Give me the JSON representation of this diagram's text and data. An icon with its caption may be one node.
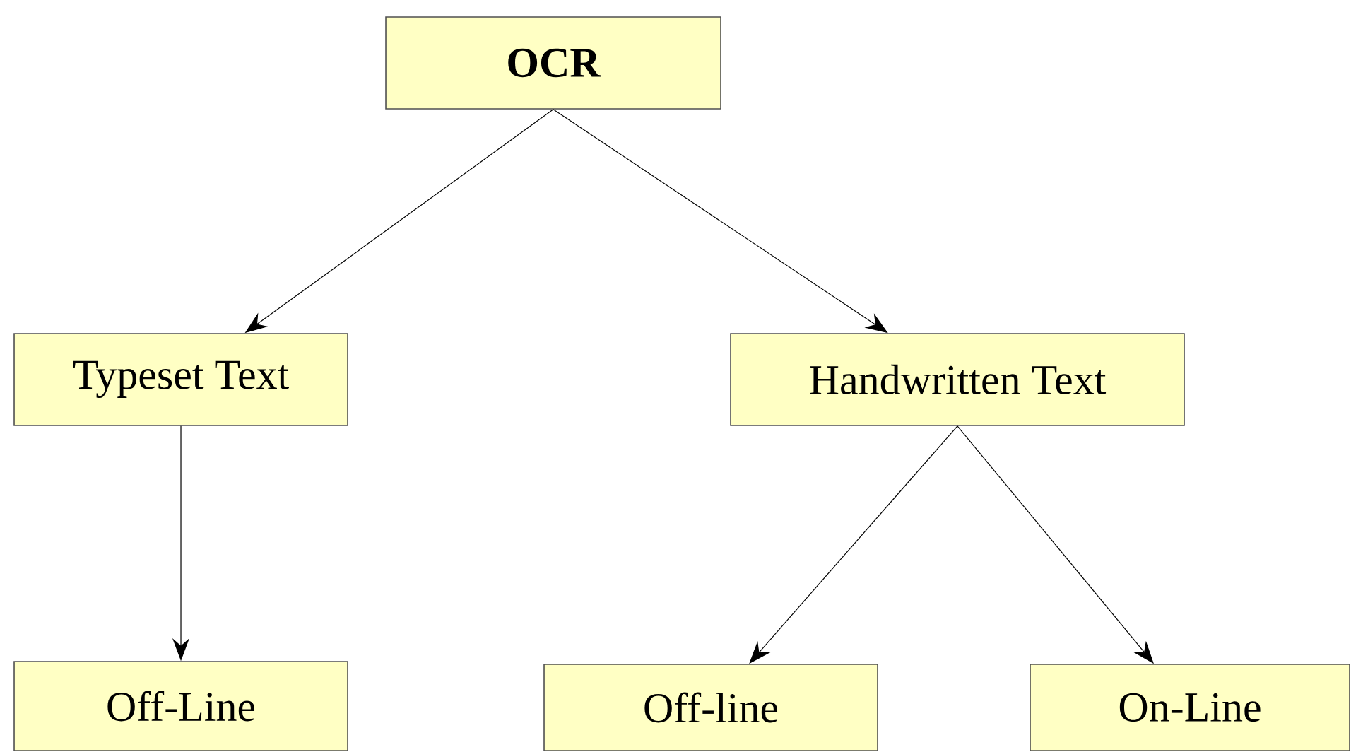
{
  "diagram": {
    "nodes": [
      {
        "text": [
          "OCR"
        ]
      },
      {
        "text": [
          "Typeset Text"
        ]
      },
      {
        "text": [
          "Handwritten Text"
        ]
      },
      {
        "text": [
          "Off-Line"
        ]
      },
      {
        "text": [
          "Off-line"
        ]
      },
      {
        "text": [
          "On-Line"
        ]
      }
    ],
    "edges": [
      {
        "from": 0,
        "to": 1,
        "arrow": "to"
      },
      {
        "from": 0,
        "to": 2,
        "arrow": "to"
      },
      {
        "from": 1,
        "to": 3,
        "arrow": "to"
      },
      {
        "from": 2,
        "to": 4,
        "arrow": "to"
      },
      {
        "from": 2,
        "to": 5,
        "arrow": "to"
      }
    ]
  }
}
